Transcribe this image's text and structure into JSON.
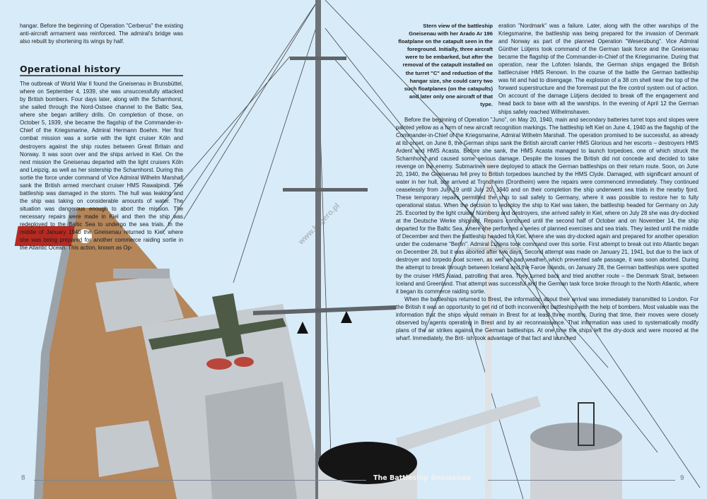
{
  "colors": {
    "background": "#d8ebf8",
    "deck": "#b4865a",
    "hull": "#b9bec4",
    "superstructure": "#c9ced3"
  },
  "left_column": {
    "intro": "hangar. Before the beginning of Operation \"Cerberus\" the existing anti-aircraft armament was reinforced. The admiral's bridge was also rebuilt by shortening its wings by half.",
    "heading": "Operational history",
    "body": "The outbreak of World War II found the Gneisenau in Brunsbüttel, where on September 4, 1939, she was unsuccessfully attacked by British bombers. Four days later, along with the Scharnhorst, she sailed through the Nord-Ostsee channel to the Baltic Sea, where she began artillery drills. On completion of those, on October 5, 1939, she became the flagship of the Commander-in-Chief of the Kriegsmarine, Admiral Hermann Boehm. Her first combat mission was a sortie with the light cruiser Köln and destroyers against the ship routes between Great Britain and Norway. It was soon over and the ships arrived in Kiel. On the next mission the Gneisenau departed with the light cruisers Köln and Leipzig, as well as her sistership the Scharnhorst. During this sortie the force under command of Vice Admiral Wilhelm Marshall sank the British armed merchant cruiser HMS Rawalpindi. The battleship was damaged in the storm. The hull was leaking and the ship was taking on considerable amounts of water. The situation was dangerous enough to abort the mission. The necessary repairs were made in Kiel and then the ship was redeployed to the Baltic Sea to undergo the sea trials. In the middle of January 1940 the Gneisenau returned to Kiel, where she was being prepared for another commerce raiding sortie in the Atlantic Ocean. This action, known as Op-"
  },
  "caption": "Stern view of the battleship Gneisenau with her Arado Ar 196 floatplane on the catapult seen in the foreground. Initially, three aircraft were to be embarked, but after the removal of the catapult installed on the turret \"C\" and reduction of the hangar size, she could carry two such floatplanes (on the catapults) and later only one aircraft of that type.",
  "right_column": {
    "p1": "eration \"Nordmark\" was a failure. Later, along with the other warships of the Kriegsmarine, the battleship was being prepared for the invasion of Denmark and Norway as part of the planned Operation \"Weserübung\". Vice Admiral Günther Lütjens took command of the German task force and the Gneisenau became the flagship of the Commander-in-Chief of the Kriegsmarine. During that operation, near the Lofoten Islands, the German ships engaged the British battlecruiser HMS Renown. In the course of the battle the German battleship was hit and had to disengage. The explosion of a 38 cm shell near the top of the forward superstructure and the foremast put the fire control system out of action. On account of the damage Lütjens decided to break off the engagement and head back to base with all the warships. In the evening of April 12 the German ships safely reached Wilhelmshaven.",
    "p2": "Before the beginning of Operation \"Juno\", on May 20, 1940, main and secondary batteries turret tops and slopes were painted yellow as a form of new aircraft recognition markings. The battleship left Kiel on June 4, 1940 as the flagship of the Commander-in-Chief of the Kriegsmarine, Admiral Wilhelm Marshall. The operation promised to be successful, as already at its onset, on June 8, the German ships sank the British aircraft carrier HMS Glorious and her escorts – destroyers HMS Ardent and HMS Acasta. Before she sank, the HMS Acasta managed to launch torpedoes, one of which struck the Scharnhorst and caused some serious damage. Despite the losses the British did not concede and decided to take revenge on the enemy. Submarines were deployed to attack the German battleships on their return route. Soon, on June 20, 1940, the Gneisenau fell prey to British torpedoes launched by the HMS Clyde. Damaged, with significant amount of water in her hull, she arrived at Trondheim (Drontheim) were the repairs were commenced immediately. They continued ceaselessly from July 19 until July 20, 1940 and on their completion the ship underwent sea trials in the nearby fjord. These temporary repairs permitted the ship to sail safely to Germany, where it was possible to restore her to fully operational status. When the decision to redeploy the ship to Kiel was taken, the battleship headed for Germany on July 25. Escorted by the light cruiser Nürnberg and destroyers, she arrived safely in Kiel, where on July 28 she was dry-docked at the Deutsche Werke shipyard. Repairs continued until the second half of October and on November 14, the ship departed for the Baltic Sea, where she performed a series of planned exercises and sea trials. They lasted until the middle of December and then the battleship headed for Kiel, where she was dry-docked again and prepared for another operation under the codename \"Berlin\". Admiral Lütjens took command over this sortie. First attempt to break out into Atlantic began on December 28, but it was aborted after two days. Second attempt was made on January 21, 1941, but due to the lack of destroyer and torpedo boat screen, as well as bad weather, which prevented safe passage, it was soon aborted. During the attempt to break through between Iceland and the Faroe Islands, on January 28, the German battleships were spotted by the cruiser HMS Naiad, patrolling that area. They turned back and tried another route – the Denmark Strait, between Iceland and Greenland. That attempt was successful and the German task force broke through to the North Atlantic, where it began its commerce raiding sortie.",
    "p3_lines": [
      "When the battleships returned to Brest, the information about",
      "their arrival was immediately transmitted to London. For the British",
      "it was an opportunity to get rid of both inconvenient battleships",
      "with the help of bombers. Most valuable was the information",
      "that the ships would remain in Brest for at least three",
      "months. During that time, their moves were",
      "closely observed by agents operating in",
      "Brest and by air reconnaissance. That",
      "information was used to systematically",
      "modify plans of the air strikes against",
      "the German battleships. At one time",
      "the ships left the dry-dock and",
      "were moored at the wharf.",
      "Immediately, the Brit-",
      "ish took advantage of",
      "that fact and launched"
    ]
  },
  "footer": {
    "left_page": "8",
    "right_page": "9",
    "title": "The Battleship Gneisenau"
  },
  "watermark": "www.kagero.pl"
}
